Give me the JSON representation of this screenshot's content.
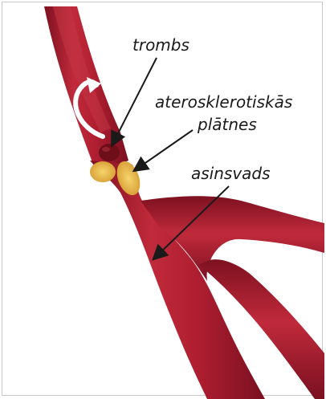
{
  "labels": {
    "thrombus": "trombs",
    "plaques_line1": "aterosklerotiskās",
    "plaques_line2": "plātnes",
    "vessel": "asinsvads"
  },
  "colors": {
    "vessel_outer": "#8a1525",
    "vessel_mid": "#b21e31",
    "vessel_highlight": "#d84a57",
    "plaque": "#f2c14e",
    "thrombus": "#6e0e19",
    "arrow": "#1a1a1a",
    "flow_arrow": "#ffffff",
    "frame": "#c9c9c9"
  },
  "icons": {
    "flow": "curved-flow-arrow-icon"
  }
}
